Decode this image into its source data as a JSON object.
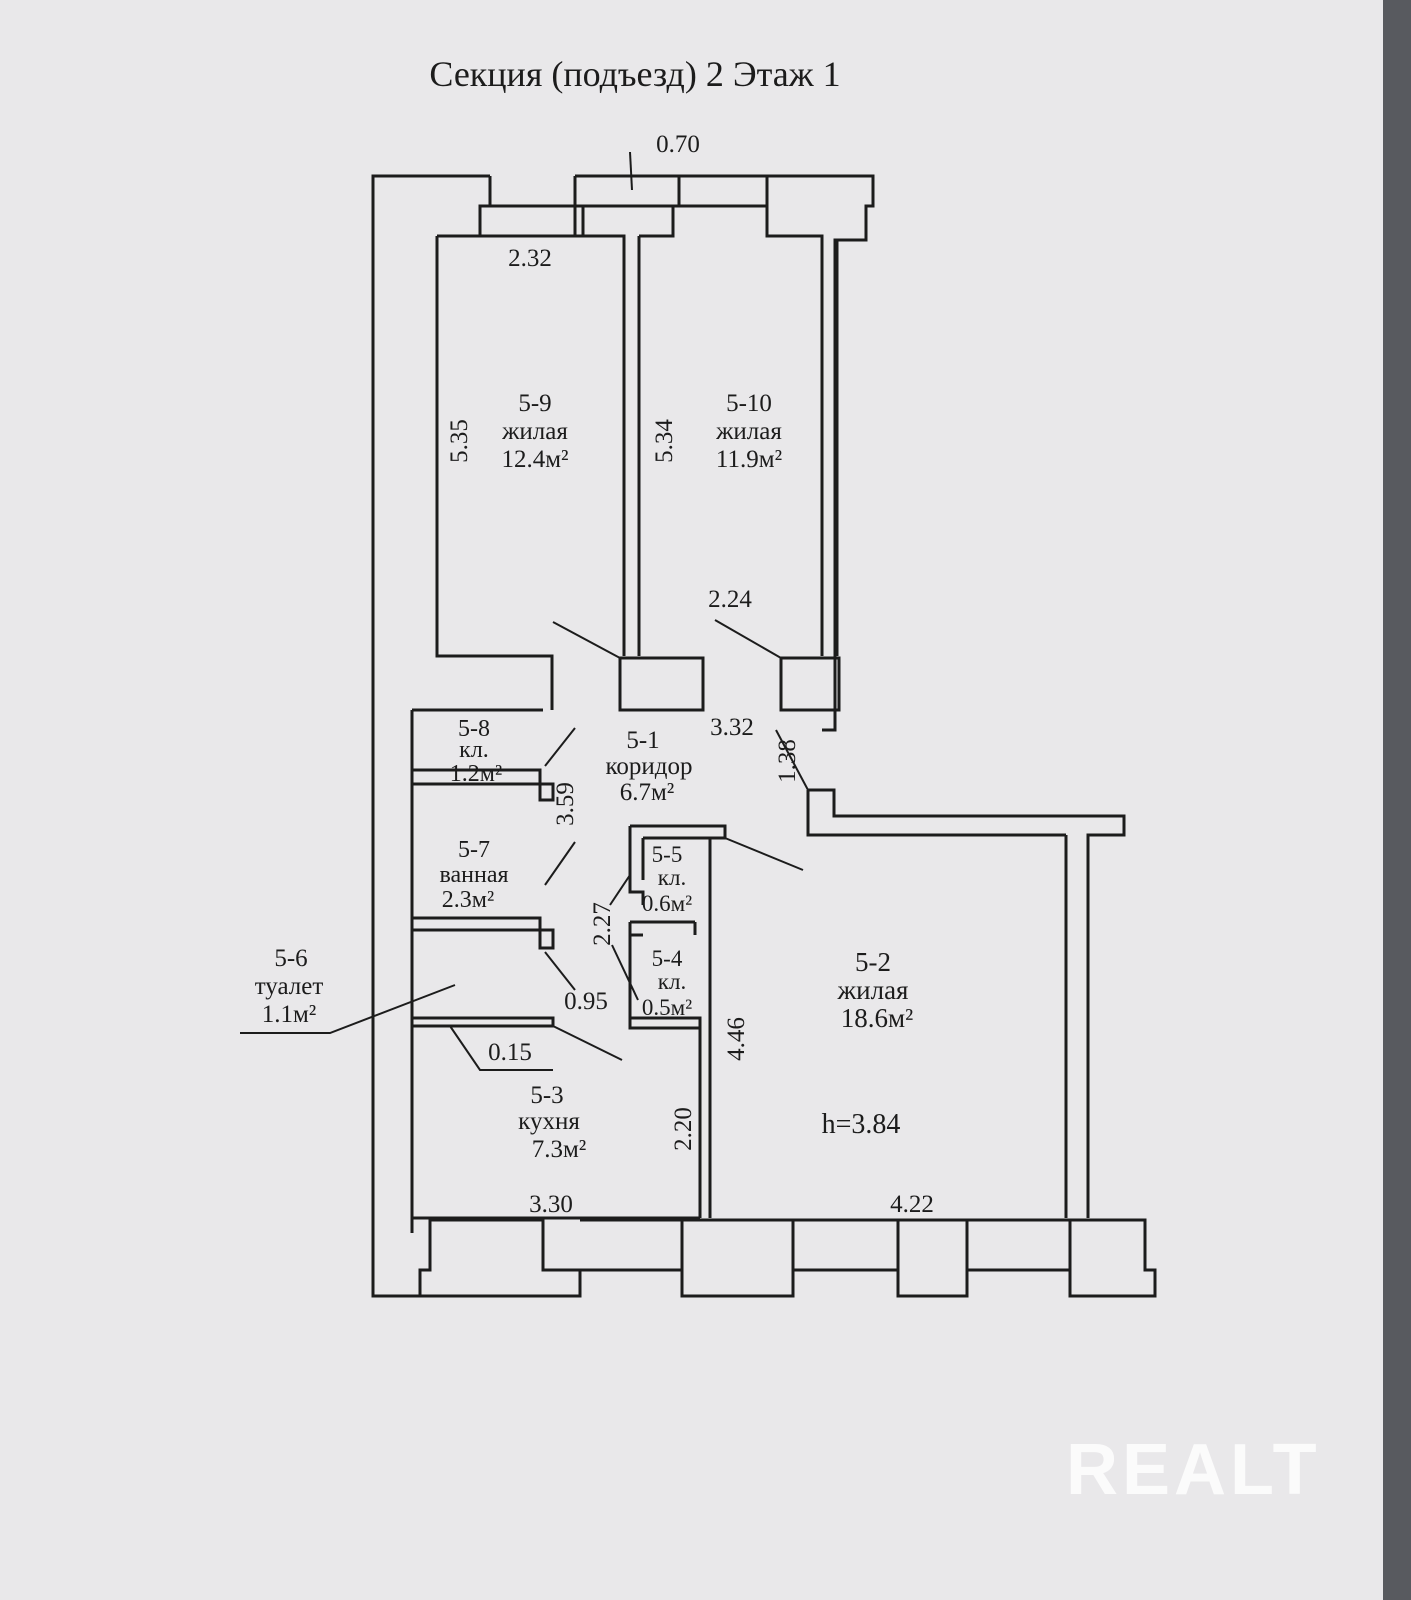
{
  "header": {
    "title": "Секция (подъезд) 2  Этаж 1"
  },
  "rooms": [
    {
      "id": "5-9",
      "type": "жилая",
      "area": "12.4м²"
    },
    {
      "id": "5-10",
      "type": "жилая",
      "area": "11.9м²"
    },
    {
      "id": "5-1",
      "type": "коридор",
      "area": "6.7м²"
    },
    {
      "id": "5-8",
      "type": "кл.",
      "area": "1.2м²"
    },
    {
      "id": "5-7",
      "type": "ванная",
      "area": "2.3м²"
    },
    {
      "id": "5-6",
      "type": "туалет",
      "area": "1.1м²"
    },
    {
      "id": "5-5",
      "type": "кл.",
      "area": "0.6м²"
    },
    {
      "id": "5-4",
      "type": "кл.",
      "area": "0.5м²"
    },
    {
      "id": "5-2",
      "type": "жилая",
      "area": "18.6м²"
    },
    {
      "id": "5-3",
      "type": "кухня",
      "area": "7.3м²"
    }
  ],
  "dimensions": {
    "d070": "0.70",
    "d232": "2.32",
    "d535": "5.35",
    "d534": "5.34",
    "d224": "2.24",
    "d332": "3.32",
    "d138": "1.38",
    "d359": "3.59",
    "d227": "2.27",
    "d095": "0.95",
    "d015": "0.15",
    "d446": "4.46",
    "d220": "2.20",
    "d330": "3.30",
    "d422": "4.22"
  },
  "ceiling_height": "h=3.84",
  "watermark": "REALT"
}
